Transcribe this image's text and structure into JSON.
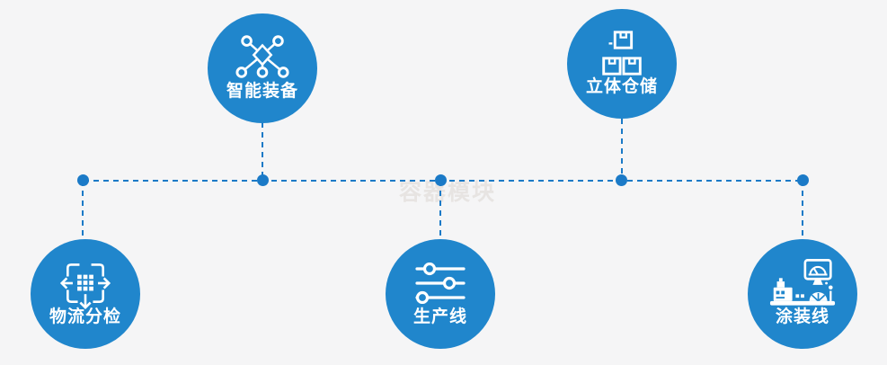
{
  "watermark": "容器模块",
  "colors": {
    "background": "#f5f5f6",
    "circle-blue": "#2086cc",
    "line-blue": "#1b7ac7",
    "label-white": "#ffffff",
    "watermark-gray": "#e7e4e2"
  },
  "nodes": [
    {
      "label": "智能装备",
      "icon": "network-nodes-icon",
      "position": "top-left"
    },
    {
      "label": "立体仓储",
      "icon": "stacked-boxes-icon",
      "position": "top-right"
    },
    {
      "label": "物流分检",
      "icon": "distribute-arrows-icon",
      "position": "bottom-left"
    },
    {
      "label": "生产线",
      "icon": "sliders-icon",
      "position": "bottom-center"
    },
    {
      "label": "涂装线",
      "icon": "paint-machine-icon",
      "position": "bottom-right"
    }
  ]
}
